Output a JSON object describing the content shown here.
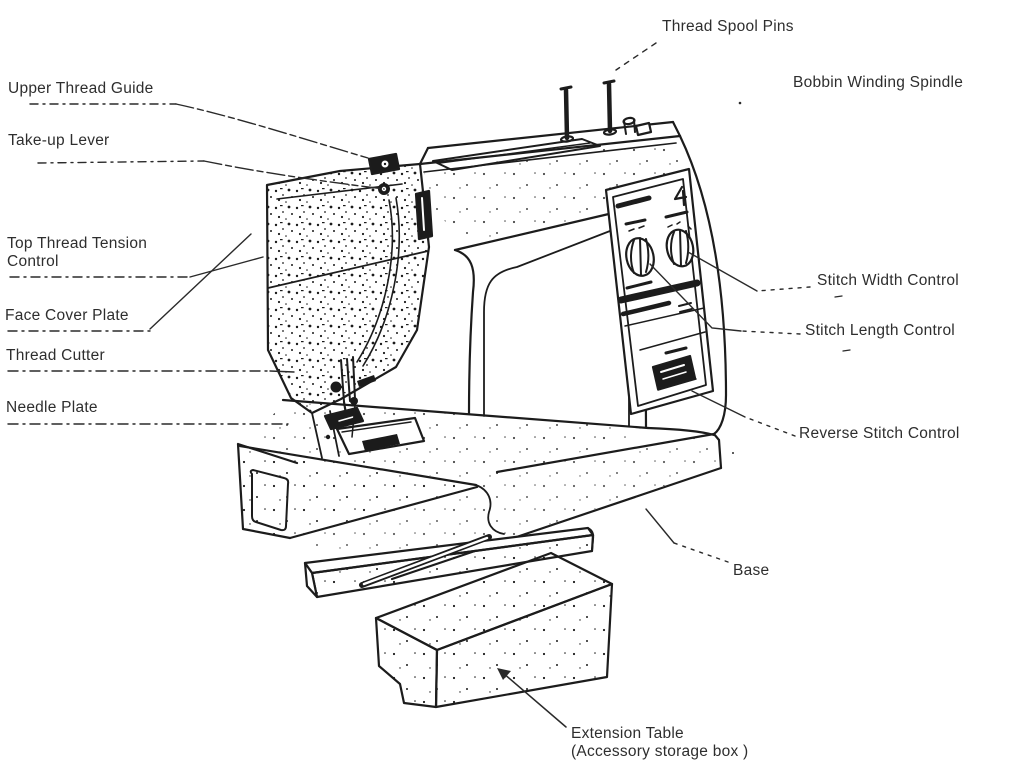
{
  "figure": {
    "type": "labeled-diagram",
    "subject": "Sewing machine front view with part callouts"
  },
  "colors": {
    "background": "#ffffff",
    "ink": "#1c1c1c",
    "label_text": "#2e2e2e"
  },
  "labels": {
    "upper_thread_guide": "Upper Thread Guide",
    "take_up_lever": "Take-up Lever",
    "top_thread_tension_control": "Top Thread Tension Control",
    "face_cover_plate": "Face Cover Plate",
    "thread_cutter": "Thread Cutter",
    "needle_plate": "Needle Plate",
    "thread_spool_pins": "Thread Spool Pins",
    "bobbin_winding_spindle": "Bobbin Winding Spindle",
    "stitch_width_control": "Stitch Width Control",
    "stitch_length_control": "Stitch Length Control",
    "reverse_stitch_control": "Reverse Stitch Control",
    "base": "Base",
    "extension_table": "Extension Table",
    "extension_table_note": "(Accessory storage box )"
  }
}
